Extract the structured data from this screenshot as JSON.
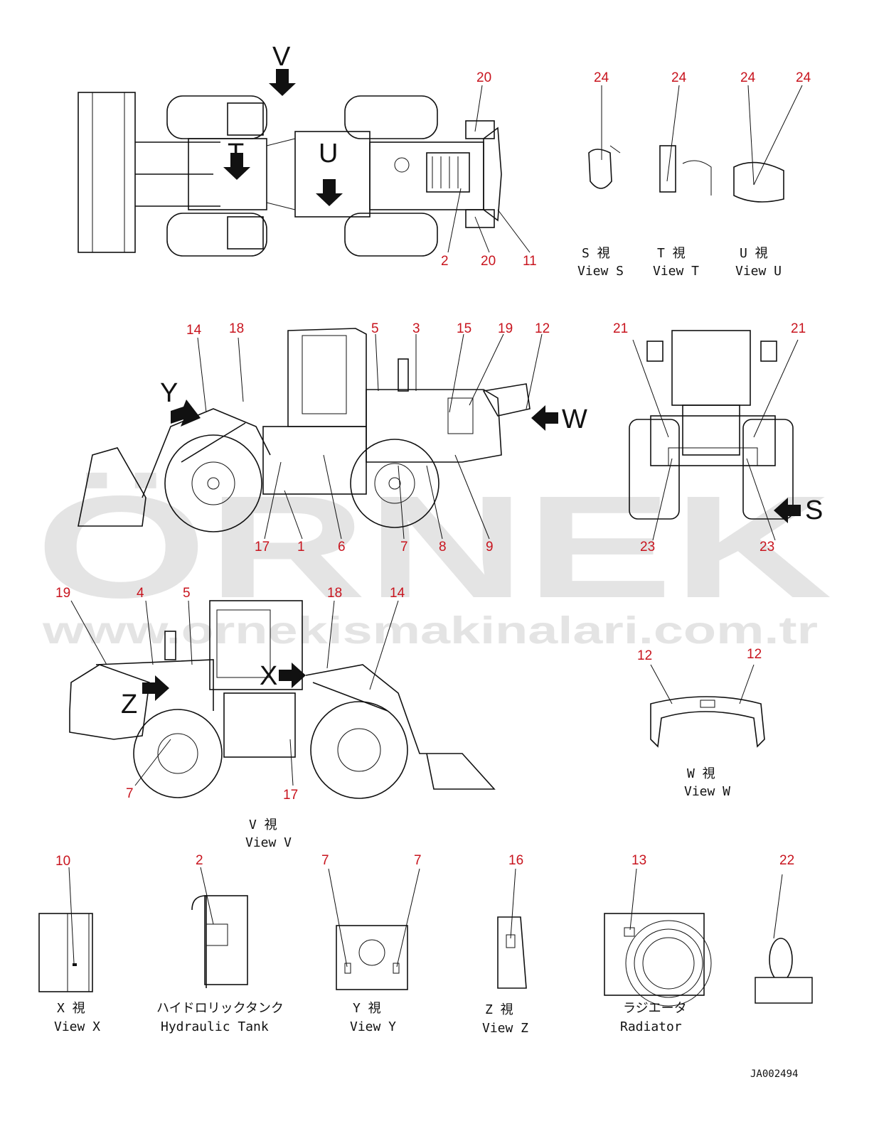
{
  "watermark": {
    "brand": "ÖRNEK",
    "site": "www.ornekismakinalari.com.tr"
  },
  "drawing_code": "JA002494",
  "view_letters": {
    "V": "V",
    "T": "T",
    "U": "U",
    "Y": "Y",
    "W": "W",
    "S": "S",
    "X": "X",
    "Z": "Z"
  },
  "captions": {
    "view_s_jp": "S  視",
    "view_s_en": "View S",
    "view_t_jp": "T  視",
    "view_t_en": "View T",
    "view_u_jp": "U  視",
    "view_u_en": "View U",
    "view_w_jp": "W  視",
    "view_w_en": "View W",
    "view_v_jp": "V  視",
    "view_v_en": "View V",
    "view_x_jp": "X  視",
    "view_x_en": "View X",
    "hyd_jp": "ハイドロリックタンク",
    "hyd_en": "Hydraulic Tank",
    "view_y_jp": "Y  視",
    "view_y_en": "View Y",
    "view_z_jp": "Z  視",
    "view_z_en": "View Z",
    "rad_jp": "ラジエータ",
    "rad_en": "Radiator"
  },
  "callouts": {
    "top_20a": "20",
    "top_2": "2",
    "top_20b": "20",
    "top_11": "11",
    "s_24": "24",
    "t_24": "24",
    "u_24a": "24",
    "u_24b": "24",
    "side_14": "14",
    "side_18": "18",
    "side_5": "5",
    "side_3": "3",
    "side_15": "15",
    "side_19": "19",
    "side_12": "12",
    "side_17": "17",
    "side_1": "1",
    "side_6": "6",
    "side_7": "7",
    "side_8": "8",
    "side_9": "9",
    "rear_21a": "21",
    "rear_21b": "21",
    "rear_23a": "23",
    "rear_23b": "23",
    "v_19": "19",
    "v_4": "4",
    "v_5": "5",
    "v_18": "18",
    "v_14": "14",
    "v_7": "7",
    "v_17": "17",
    "w_12a": "12",
    "w_12b": "12",
    "x_10": "10",
    "hyd_2": "2",
    "y_7a": "7",
    "y_7b": "7",
    "z_16": "16",
    "rad_13": "13",
    "tag_22": "22"
  }
}
